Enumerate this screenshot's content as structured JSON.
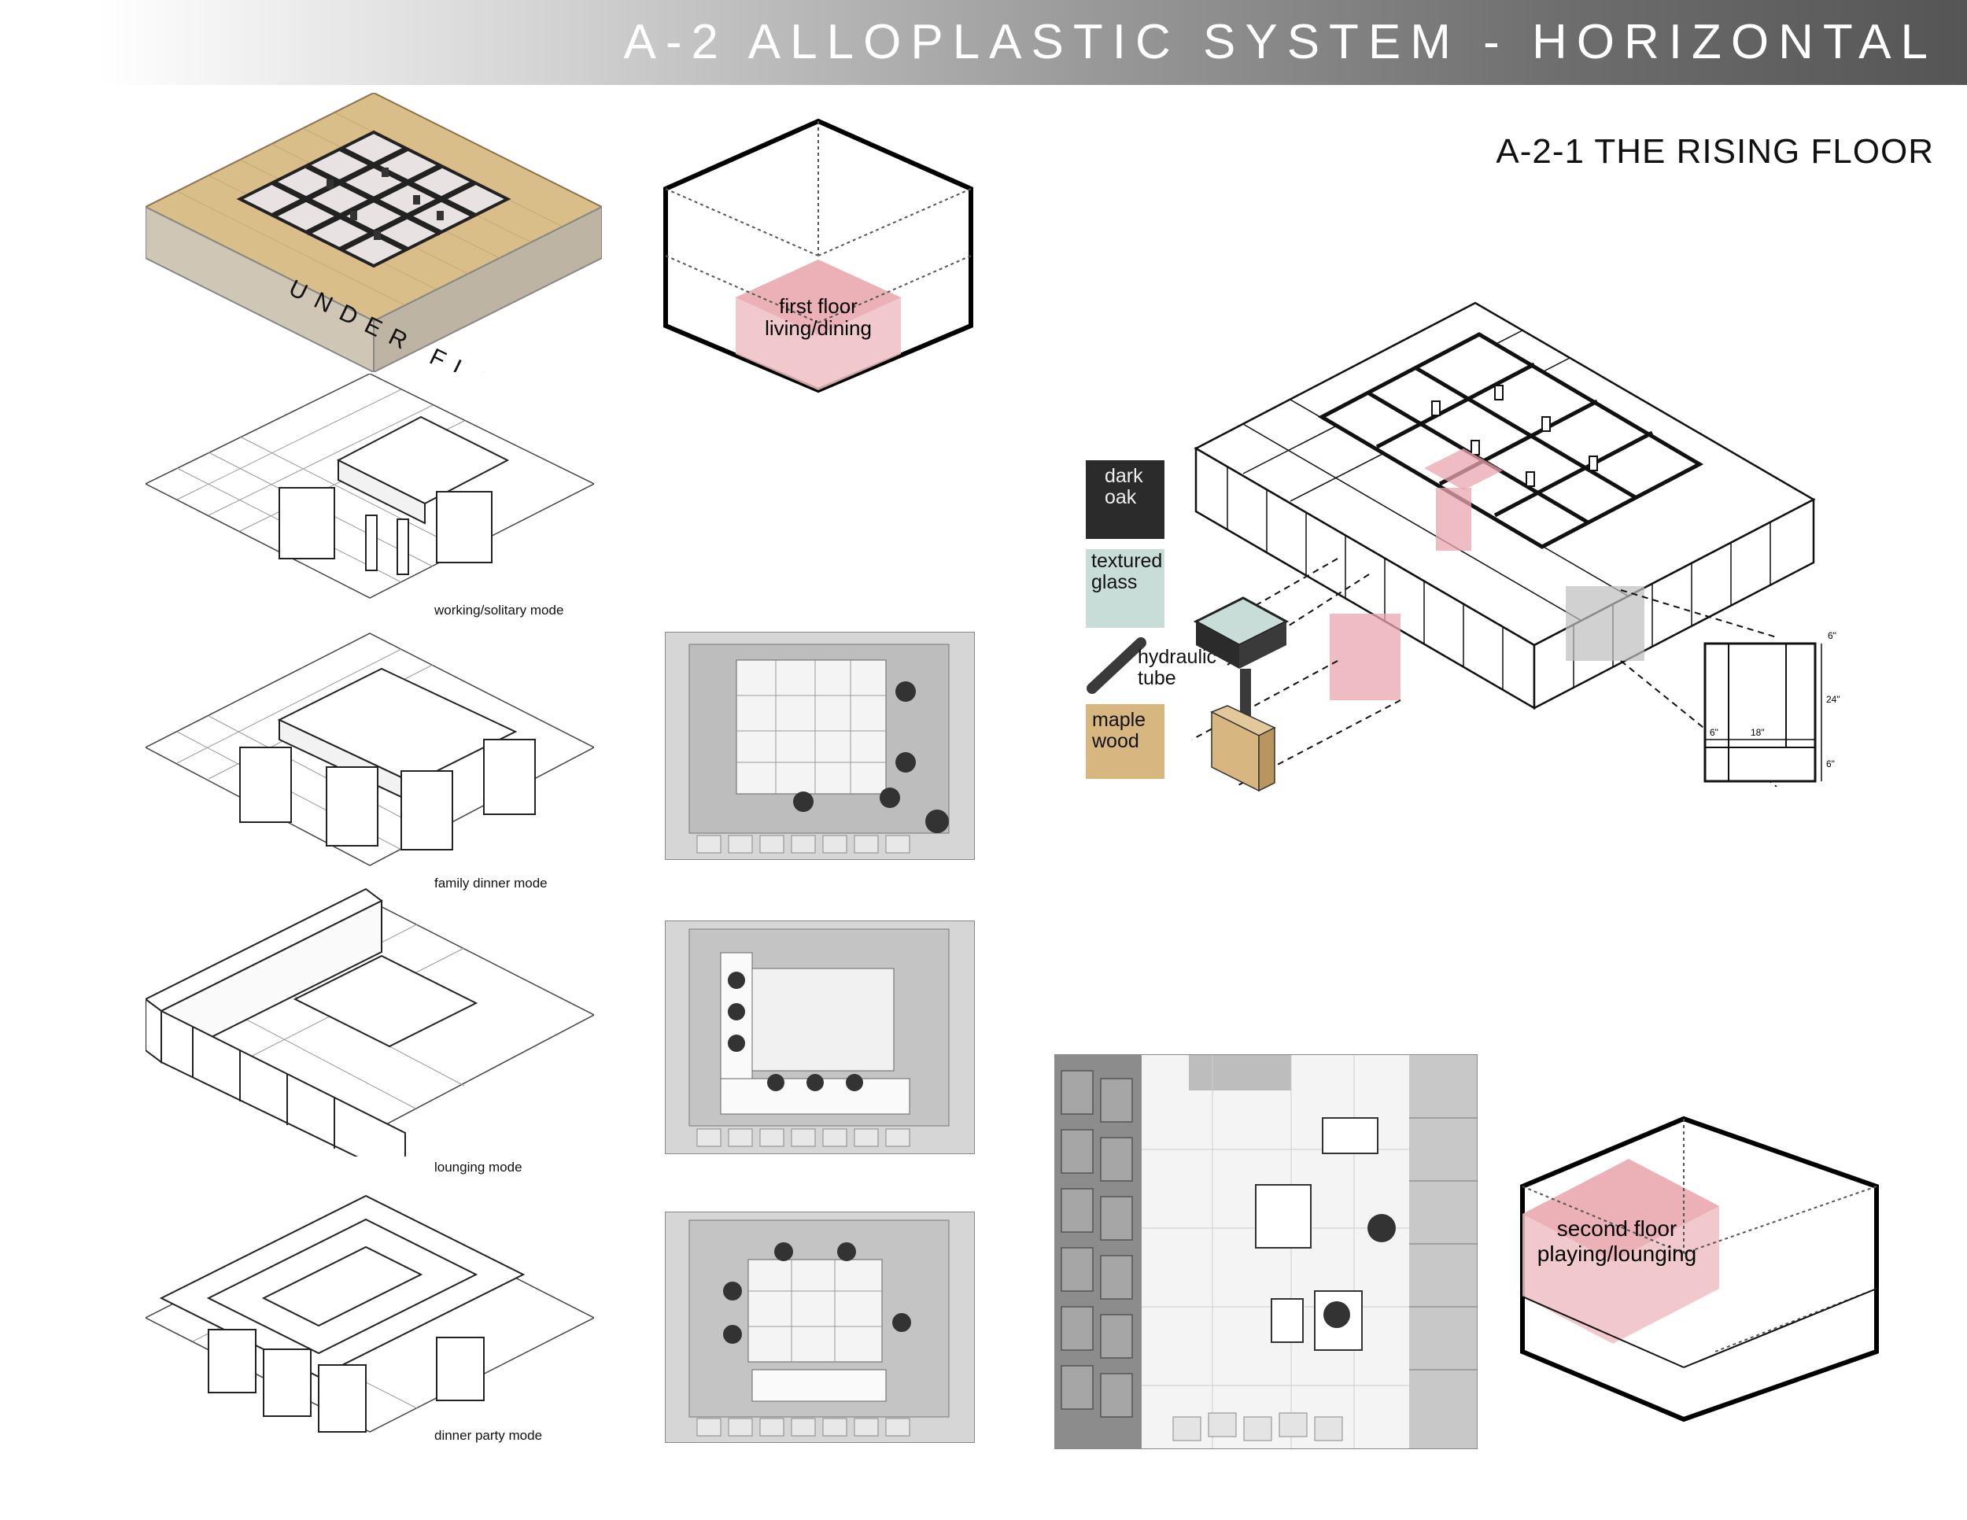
{
  "header": {
    "title": "A-2 ALLOPLASTIC SYSTEM - HORIZONTAL"
  },
  "section": {
    "title": "A-2-1 THE RISING FLOOR"
  },
  "under_floor": {
    "label": "UNDER FLOOR"
  },
  "hex_first": {
    "line1": "first floor",
    "line2": "living/dining"
  },
  "hex_second": {
    "line1": "second floor",
    "line2": "playing/lounging"
  },
  "modes": [
    {
      "caption": "working/solitary mode"
    },
    {
      "caption": "family dinner mode"
    },
    {
      "caption": "lounging mode"
    },
    {
      "caption": "dinner party mode"
    }
  ],
  "materials": [
    {
      "line1": "dark",
      "line2": "oak",
      "color": "#2b2b2b"
    },
    {
      "line1": "textured",
      "line2": "glass",
      "color": "#c9ddd8"
    },
    {
      "line1": "hydraulic",
      "line2": "tube",
      "color": "#3a3a3a"
    },
    {
      "line1": "maple",
      "line2": "wood",
      "color": "#d8b680"
    }
  ],
  "dimensions": {
    "top": "6\"",
    "right": "24\"",
    "bottom_left": "6\"",
    "bottom_mid": "18\"",
    "bottom_right": "6\""
  },
  "colors": {
    "highlight": "#e8a6ad",
    "line": "#111111",
    "wood": "#d9be8a"
  }
}
